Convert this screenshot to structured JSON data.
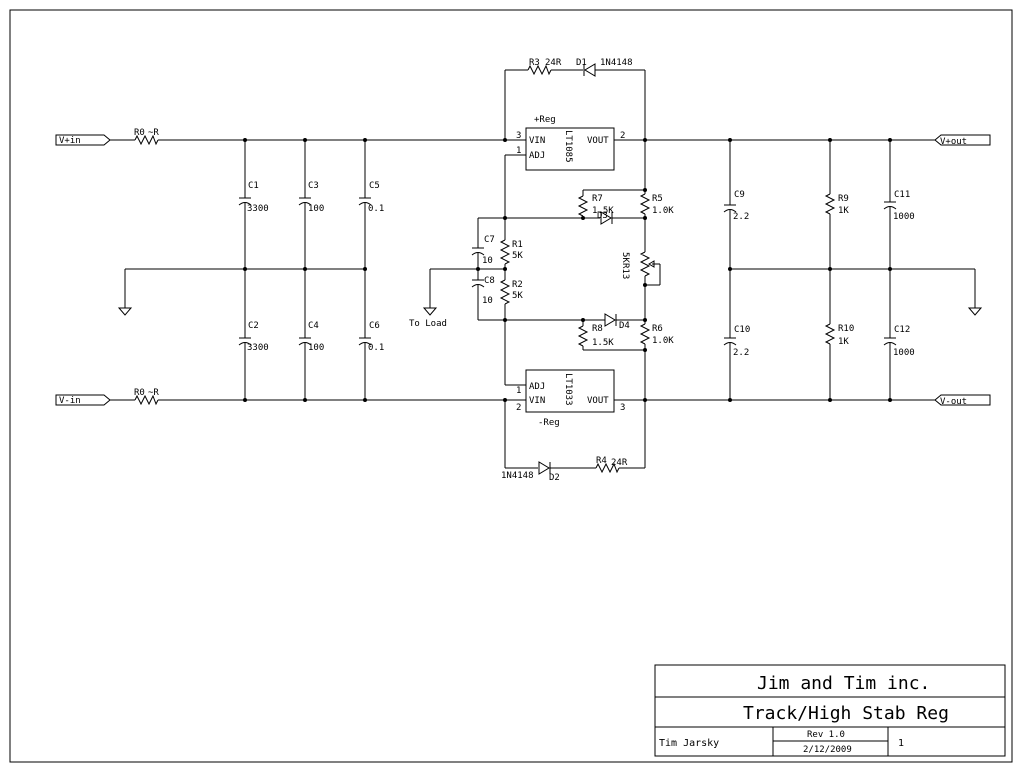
{
  "ports": {
    "vpos_in": "V+in",
    "vneg_in": "V-in",
    "vpos_out": "V+out",
    "vneg_out": "V-out"
  },
  "components": {
    "r0_top": "R0",
    "r0_top_value": "~R",
    "r0_bot": "R0",
    "r0_bot_value": "~R",
    "c1": "C1",
    "c1_value": "3300",
    "c2": "C2",
    "c2_value": "3300",
    "c3": "C3",
    "c3_value": "100",
    "c4": "C4",
    "c4_value": "100",
    "c5": "C5",
    "c5_value": "0.1",
    "c6": "C6",
    "c6_value": "0.1",
    "c7": "C7",
    "c7_value": "10",
    "c8": "C8",
    "c8_value": "10",
    "c9": "C9",
    "c9_value": "2.2",
    "c10": "C10",
    "c10_value": "2.2",
    "c11": "C11",
    "c11_value": "1000",
    "c12": "C12",
    "c12_value": "1000",
    "r1": "R1",
    "r1_value": "5K",
    "r2": "R2",
    "r2_value": "5K",
    "r3": "R3",
    "r3_value": "24R",
    "r4": "R4",
    "r4_value": "24R",
    "r5": "R5",
    "r5_value": "1.0K",
    "r6": "R6",
    "r6_value": "1.0K",
    "r7": "R7",
    "r7_value": "1.5K",
    "r8": "R8",
    "r8_value": "1.5K",
    "r9": "R9",
    "r9_value": "1K",
    "r10": "R10",
    "r10_value": "1K",
    "r13": "R13",
    "r13_value": "5K",
    "d1": "D1",
    "d1_value": "1N4148",
    "d2": "D2",
    "d2_value": "1N4148",
    "d3": "D3",
    "d4": "D4",
    "u_top": "LT1085",
    "u_top_label": "+Reg",
    "u_bot": "LT1033",
    "u_bot_label": "-Reg",
    "pin_vin": "VIN",
    "pin_vout": "VOUT",
    "pin_adj": "ADJ",
    "u_top_pin_vin": "3",
    "u_top_pin_vout": "2",
    "u_top_pin_adj": "1",
    "u_bot_pin_adj": "1",
    "u_bot_pin_vin": "2",
    "u_bot_pin_vout": "3",
    "to_load": "To Load"
  },
  "title_block": {
    "company": "Jim and Tim inc.",
    "title": "Track/High Stab Reg",
    "author": "Tim Jarsky",
    "revision": "Rev 1.0",
    "date": "2/12/2009",
    "sheet": "1"
  }
}
